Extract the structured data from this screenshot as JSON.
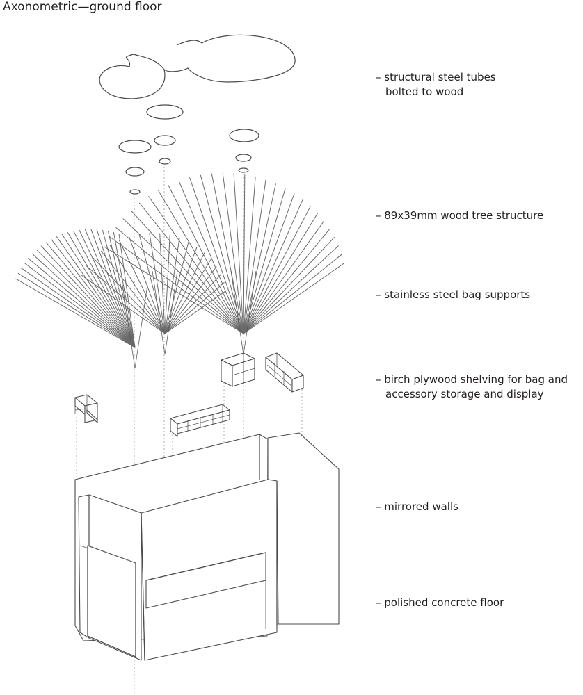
{
  "title": "Axonometric—ground floor",
  "labels": [
    {
      "line1": "– structural steel tubes",
      "line2": "bolted to wood"
    },
    {
      "line1": "– 89x39mm wood tree structure",
      "line2": ""
    },
    {
      "line1": "– stainless steel bag supports",
      "line2": ""
    },
    {
      "line1": "– birch plywood shelving for bag and",
      "line2": "accessory storage and display"
    },
    {
      "line1": "– mirrored walls",
      "line2": ""
    },
    {
      "line1": "– polished concrete floor",
      "line2": ""
    }
  ]
}
